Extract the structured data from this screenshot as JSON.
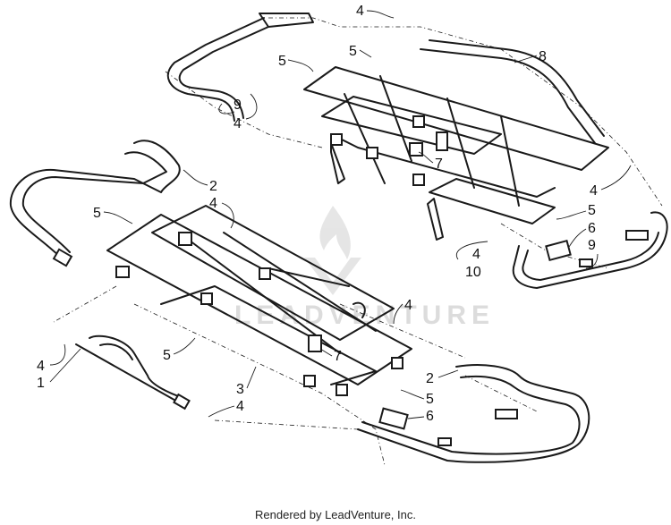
{
  "diagram": {
    "callouts": [
      "1",
      "2",
      "3",
      "4",
      "5",
      "6",
      "7",
      "8",
      "9",
      "10"
    ],
    "watermark": "LEADVENTURE",
    "footer": "Rendered by LeadVenture, Inc."
  }
}
